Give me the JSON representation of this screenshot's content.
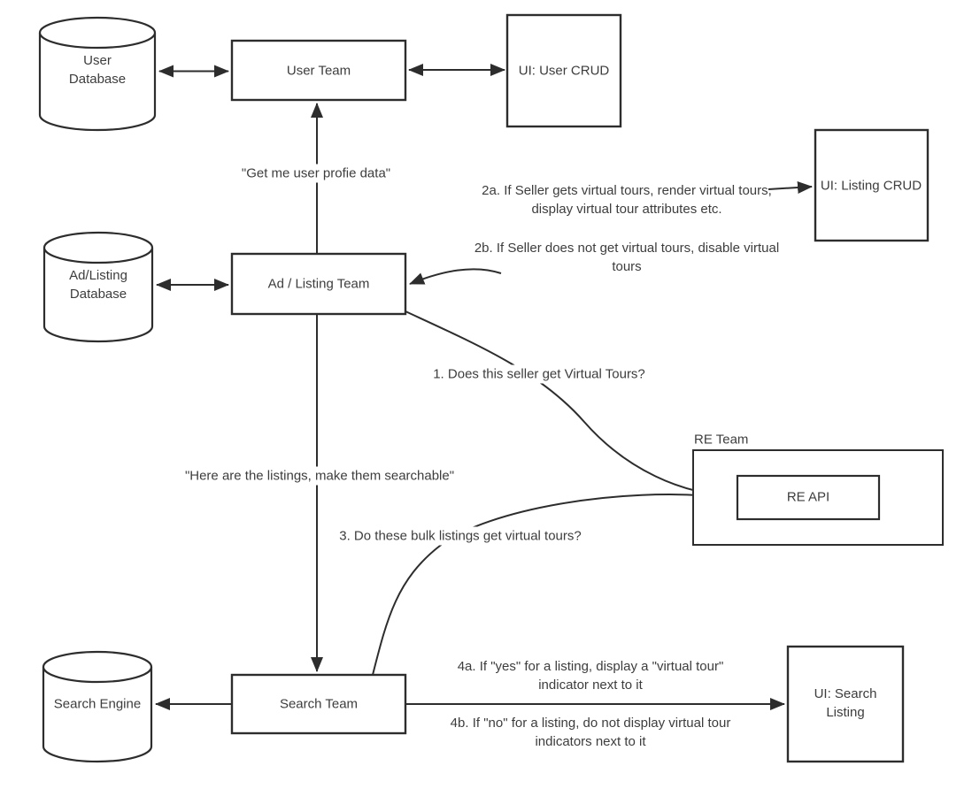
{
  "diagram": {
    "nodes": {
      "user_db": {
        "shape": "cylinder",
        "label": "User Database"
      },
      "user_team": {
        "shape": "rectangle",
        "label": "User Team"
      },
      "ui_user_crud": {
        "shape": "rectangle",
        "label": "UI: User CRUD"
      },
      "ad_db": {
        "shape": "cylinder",
        "label": "Ad/Listing Database"
      },
      "ad_team": {
        "shape": "rectangle",
        "label": "Ad / Listing Team"
      },
      "ui_listing_crud": {
        "shape": "rectangle",
        "label": "UI: Listing CRUD"
      },
      "re_team": {
        "shape": "container",
        "label": "RE Team"
      },
      "re_api": {
        "shape": "rectangle",
        "label": "RE API"
      },
      "search_engine": {
        "shape": "cylinder",
        "label": "Search Engine"
      },
      "search_team": {
        "shape": "rectangle",
        "label": "Search Team"
      },
      "ui_search_listing": {
        "shape": "rectangle",
        "label": "UI: Search Listing"
      }
    },
    "annotations": {
      "get_profile": "\"Get me user profie data\"",
      "make_searchable": "\"Here are the listings, make them searchable\"",
      "q1": "1. Does this seller get Virtual Tours?",
      "q3": "3. Do these bulk listings get virtual tours?",
      "note_2a": "2a. If Seller gets virtual tours, render virtual tours, display virtual tour attributes etc.",
      "note_2b": "2b. If Seller does not get virtual tours, disable virtual tours",
      "note_4a": "4a. If \"yes\" for a listing, display a \"virtual tour\" indicator next to it",
      "note_4b": "4b. If \"no\" for a listing, do not display virtual tour indicators next to it"
    },
    "colors": {
      "stroke": "#2d2d2d",
      "text": "#3d3d3d",
      "background": "#ffffff"
    }
  }
}
